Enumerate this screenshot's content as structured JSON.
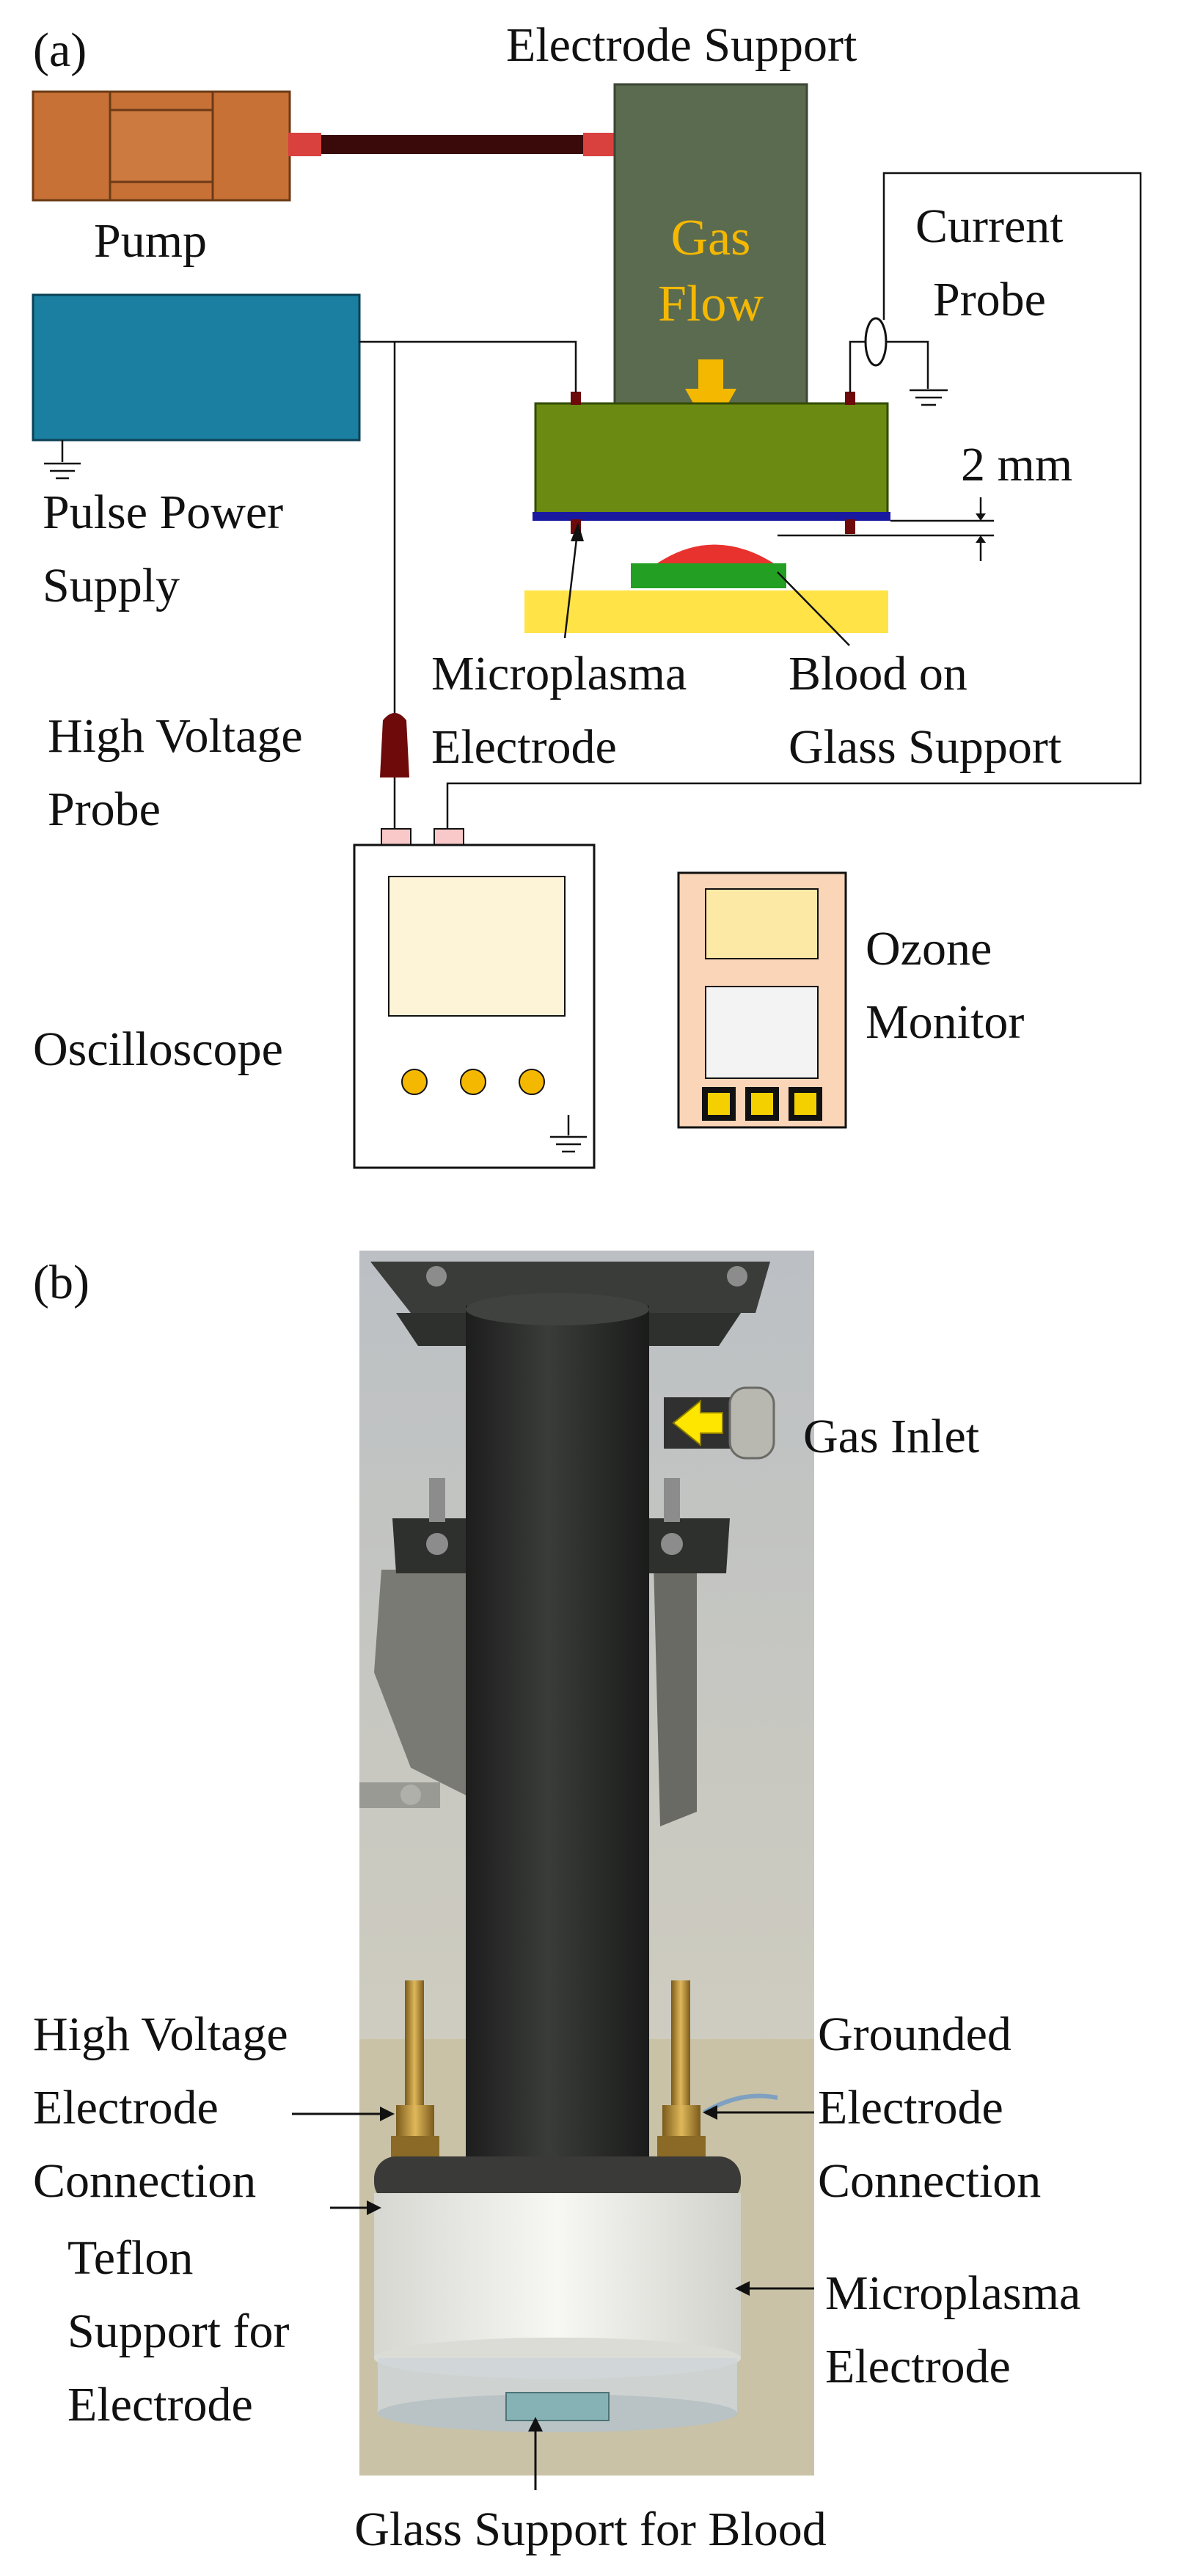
{
  "panel_a": {
    "tag": "(a)",
    "labels": {
      "electrode_support": "Electrode Support",
      "pump": "Pump",
      "gas": "Gas",
      "flow": "Flow",
      "current": "Current",
      "probe_current": "Probe",
      "gap": "2 mm",
      "pulse": "Pulse Power",
      "supply": "Supply",
      "microplasma": "Microplasma",
      "electrode": "Electrode",
      "blood_on": "Blood on",
      "glass_support": "Glass Support",
      "high_voltage": "High Voltage",
      "probe_hv": "Probe",
      "ozone": "Ozone",
      "monitor": "Monitor",
      "oscilloscope": "Oscilloscope"
    },
    "colors": {
      "pump": "#c87137",
      "tube": "#3a0a0a",
      "tube_connector": "#d9413f",
      "support": "#5b6b4f",
      "electrode_block": "#6b8a12",
      "electrode_strip": "#1a1aa0",
      "supply": "#1a7fa0",
      "blood": "#e8322e",
      "sample_holder": "#23a023",
      "glass": "#ffe347",
      "probe_hv": "#6e0a0a",
      "scope_screen": "#fdf4d8",
      "knob": "#f5b800",
      "ozone_body": "#fbd5b8",
      "ozone_screen_top": "#fde9a6",
      "ozone_screen_bottom": "#f3f3f3",
      "ozone_button": "#f5d000",
      "connector_pink": "#f9c9c9",
      "flow_arrow": "#f5b800"
    }
  },
  "panel_b": {
    "tag": "(b)",
    "labels": {
      "gas_inlet": "Gas Inlet",
      "hv_1": "High Voltage",
      "hv_2": "Electrode",
      "hv_3": "Connection",
      "gr_1": "Grounded",
      "gr_2": "Electrode",
      "gr_3": "Connection",
      "tf_1": "Teflon",
      "tf_2": "Support for",
      "tf_3": "Electrode",
      "mp_1": "Microplasma",
      "mp_2": "Electrode",
      "glass_support_blood": "Glass Support for Blood"
    },
    "colors": {
      "tube": "#2a2b2a",
      "plate": "#2e302e",
      "teflon": "#eeeeea",
      "brass": "#b98a2e",
      "arrow": "#ffe600",
      "background": "#c9c2a6"
    }
  }
}
